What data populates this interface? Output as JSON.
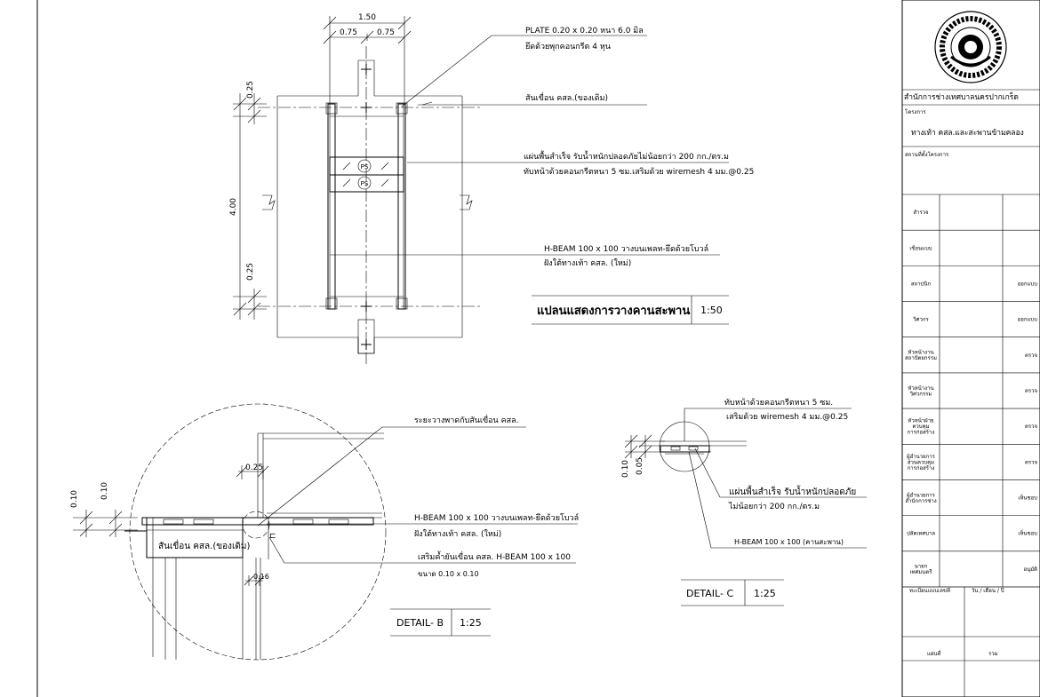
{
  "plan": {
    "dim_total": "1.50",
    "dim_half_left": "0.75",
    "dim_half_right": "0.75",
    "dim_top": "0.25",
    "dim_mid": "4.00",
    "dim_bottom": "0.25",
    "ps_label": "PS",
    "note_plate_1": "PLATE 0.20 x 0.20 หนา 6.0 มิล",
    "note_plate_2": "ยึดด้วยพุกคอนกรีต 4 หุน",
    "note_existing": "สันเขื่อน คสล.(ของเดิม)",
    "note_slab_1": "แผ่นพื้นสำเร็จ รับน้ำหนักปลอดภัยไม่น้อยกว่า 200 กก./ตร.ม",
    "note_slab_2": "ทับหน้าด้วยคอนกรีตหนา 5 ซม.เสริมด้วย wiremesh 4 มม.@0.25",
    "note_beam_1": "H-BEAM 100 x 100 วางบนเพลท-ยึดด้วยโบวล์",
    "note_beam_2": "ฝังใต้ทางเท้า คสล. (ใหม่)",
    "title": "แปลนแสดงการวางคานสะพาน",
    "scale": "1:50"
  },
  "detail_b": {
    "dim_a": "0.10",
    "dim_b": "0.10",
    "dim_c": "0.25",
    "dim_d": "0.16",
    "note_seat": "ระยะวางพาดกับสันเขื่อน คสล.",
    "note_beam_1": "H-BEAM 100 x 100 วางบนเพลท-ยึดด้วยโบวล์",
    "note_beam_2": "ฝังใต้ทางเท้า คสล. (ใหม่)",
    "note_rein_1": "เสริมค้ำยันเขื่อน คสล. H-BEAM 100 x 100",
    "note_rein_2": "ขนาด 0.10 x 0.10",
    "label_existing": "สันเขื่อน คสล.(ของเดิม)",
    "title": "DETAIL- B",
    "scale": "1:25"
  },
  "detail_c": {
    "dim_a": "0.10",
    "dim_b": "0.05",
    "note_top_1": "ทับหน้าด้วยคอนกรีตหนา 5 ซม.",
    "note_top_2": "เสริมด้วย wiremesh 4 มม.@0.25",
    "note_slab_1": "แผ่นพื้นสำเร็จ รับน้ำหนักปลอดภัย",
    "note_slab_2": "ไม่น้อยกว่า 200 กก./ตร.ม",
    "note_beam": "H-BEAM 100 x 100 (คานสะพาน)",
    "title": "DETAIL- C",
    "scale": "1:25"
  },
  "titleblock": {
    "office": "สำนักการช่างเทศบาลนครปากเกร็ด",
    "project_label": "โครงการ",
    "project_name": "ทางเท้า คสล.และสะพานข้ามคลอง",
    "location_label": "สถานที่ตั้งโครงการ",
    "rows": [
      {
        "left": "สำรวจ",
        "right": ""
      },
      {
        "left": "เขียนแบบ",
        "right": ""
      },
      {
        "left": "สถาปนิก",
        "right": "ออกแบบ"
      },
      {
        "left": "วิศวกร",
        "right": "ออกแบบ"
      },
      {
        "left": "หัวหน้างาน สถาปัตยกรรม",
        "right": "ตรวจ"
      },
      {
        "left": "หัวหน้างาน วิศวกรรม",
        "right": "ตรวจ"
      },
      {
        "left": "หัวหน้าฝ่าย ควบคุม การก่อสร้าง",
        "right": "ตรวจ"
      },
      {
        "left": "ผู้อำนวยการ ส่วนควบคุม การก่อสร้าง",
        "right": "ตรวจ"
      },
      {
        "left": "ผู้อำนวยการ สำนักการช่าง",
        "right": "เห็นชอบ"
      },
      {
        "left": "ปลัดเทศบาล",
        "right": "เห็นชอบ"
      },
      {
        "left": "นายก เทศมนตรี",
        "right": "อนุมัติ"
      }
    ],
    "reg_label": "ทะเบียนแบบเลขที่",
    "date_label": "วัน / เดือน / ปี",
    "sheet_label": "แผ่นที่",
    "total_label": "รวม"
  }
}
